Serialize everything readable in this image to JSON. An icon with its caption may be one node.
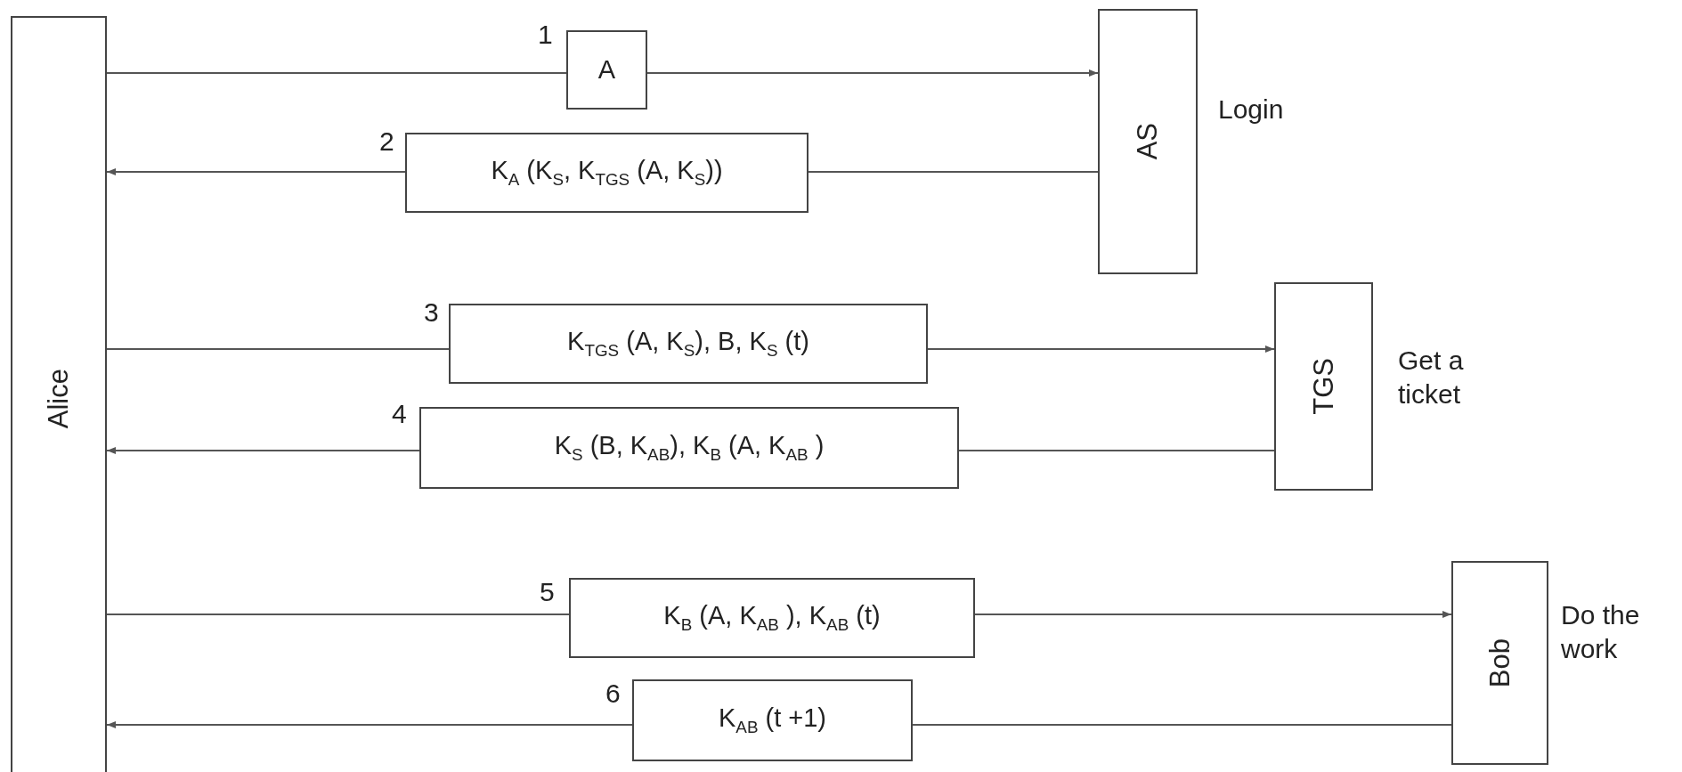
{
  "diagram": {
    "nodes": [
      {
        "text": [
          "Alice"
        ]
      },
      {
        "text": [
          "A"
        ],
        "beside": [
          "1"
        ]
      },
      {
        "text": [
          "AS"
        ],
        "beside": [
          "Login"
        ]
      },
      {
        "text": [
          "K$_{A}$ (K$_{S}$, K$_{TGS}$ (A, K$_{S}$))"
        ],
        "beside": [
          "2"
        ]
      },
      {
        "text": [
          "K$_{TGS}$ (A, K$_{S}$), B, K$_{S}$ (t)"
        ],
        "beside": [
          "3"
        ]
      },
      {
        "text": [
          "TGS"
        ],
        "beside": [
          "Get a ticket"
        ]
      },
      {
        "text": [
          "K$_{S}$ (B, K$_{AB}$), K$_{B}$ (A, K$_{AB}$ )"
        ],
        "beside": [
          "4"
        ]
      },
      {
        "text": [
          "K$_{B}$ (A, K$_{AB}$ ), K$_{AB}$ (t)"
        ],
        "beside": [
          "5"
        ]
      },
      {
        "text": [
          "Bob"
        ],
        "beside": [
          "Do the work"
        ]
      },
      {
        "text": [
          "K$_{AB}$ (t +1)"
        ],
        "beside": [
          "6"
        ]
      }
    ],
    "edges": [
      {
        "from": 0,
        "to": 1,
        "arrow": "none"
      },
      {
        "from": 1,
        "to": 2,
        "arrow": "to"
      },
      {
        "from": 2,
        "to": 3,
        "arrow": "none"
      },
      {
        "from": 3,
        "to": 0,
        "arrow": "to"
      },
      {
        "from": 0,
        "to": 4,
        "arrow": "none"
      },
      {
        "from": 4,
        "to": 5,
        "arrow": "to"
      },
      {
        "from": 5,
        "to": 6,
        "arrow": "none"
      },
      {
        "from": 6,
        "to": 0,
        "arrow": "to"
      },
      {
        "from": 0,
        "to": 7,
        "arrow": "none"
      },
      {
        "from": 7,
        "to": 8,
        "arrow": "to"
      },
      {
        "from": 8,
        "to": 9,
        "arrow": "none"
      },
      {
        "from": 9,
        "to": 0,
        "arrow": "to"
      }
    ]
  }
}
